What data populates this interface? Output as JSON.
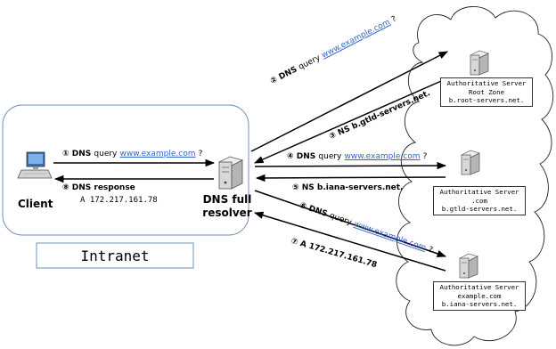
{
  "client": {
    "label": "Client"
  },
  "resolver": {
    "label_line1": "DNS full",
    "label_line2": "resolver"
  },
  "intranet": {
    "label": "Intranet"
  },
  "steps": {
    "s1": {
      "num": "①",
      "prefix": "DNS",
      "query_word": "query",
      "link": "www.example.com",
      "suffix": "?"
    },
    "s2": {
      "num": "②",
      "prefix": "DNS",
      "query_word": "query",
      "link": "www.example.com",
      "suffix": "?"
    },
    "s3": {
      "num": "③",
      "text": "NS b.gtld-servers.net."
    },
    "s4": {
      "num": "④",
      "prefix": "DNS",
      "query_word": "query",
      "link": "www.example.com",
      "suffix": "?"
    },
    "s5": {
      "num": "⑤",
      "text": "NS b.iana-servers.net."
    },
    "s6": {
      "num": "⑥",
      "prefix": "DNS",
      "query_word": "query",
      "link": "www.example.com",
      "suffix": "?"
    },
    "s7": {
      "num": "⑦",
      "text": "A 172.217.161.78"
    },
    "s8": {
      "num": "⑧",
      "text": "DNS response",
      "answer": "A 172.217.161.78"
    }
  },
  "servers": {
    "root": {
      "line1": "Authoritative Server",
      "line2": "Root Zone",
      "line3": "b.root-servers.net."
    },
    "com": {
      "line1": "Authoritative Server",
      "line2": ".com",
      "line3": "b.gtld-servers.net."
    },
    "example": {
      "line1": "Authoritative Server",
      "line2": "example.com",
      "line3": "b.iana-servers.net."
    }
  },
  "colors": {
    "link": "#3366cc",
    "intranet_border": "#6f8fb8",
    "arrow": "#000000"
  },
  "icons": {
    "client": "computer-icon",
    "resolver": "server-icon",
    "cloud": "cloud-shape"
  }
}
